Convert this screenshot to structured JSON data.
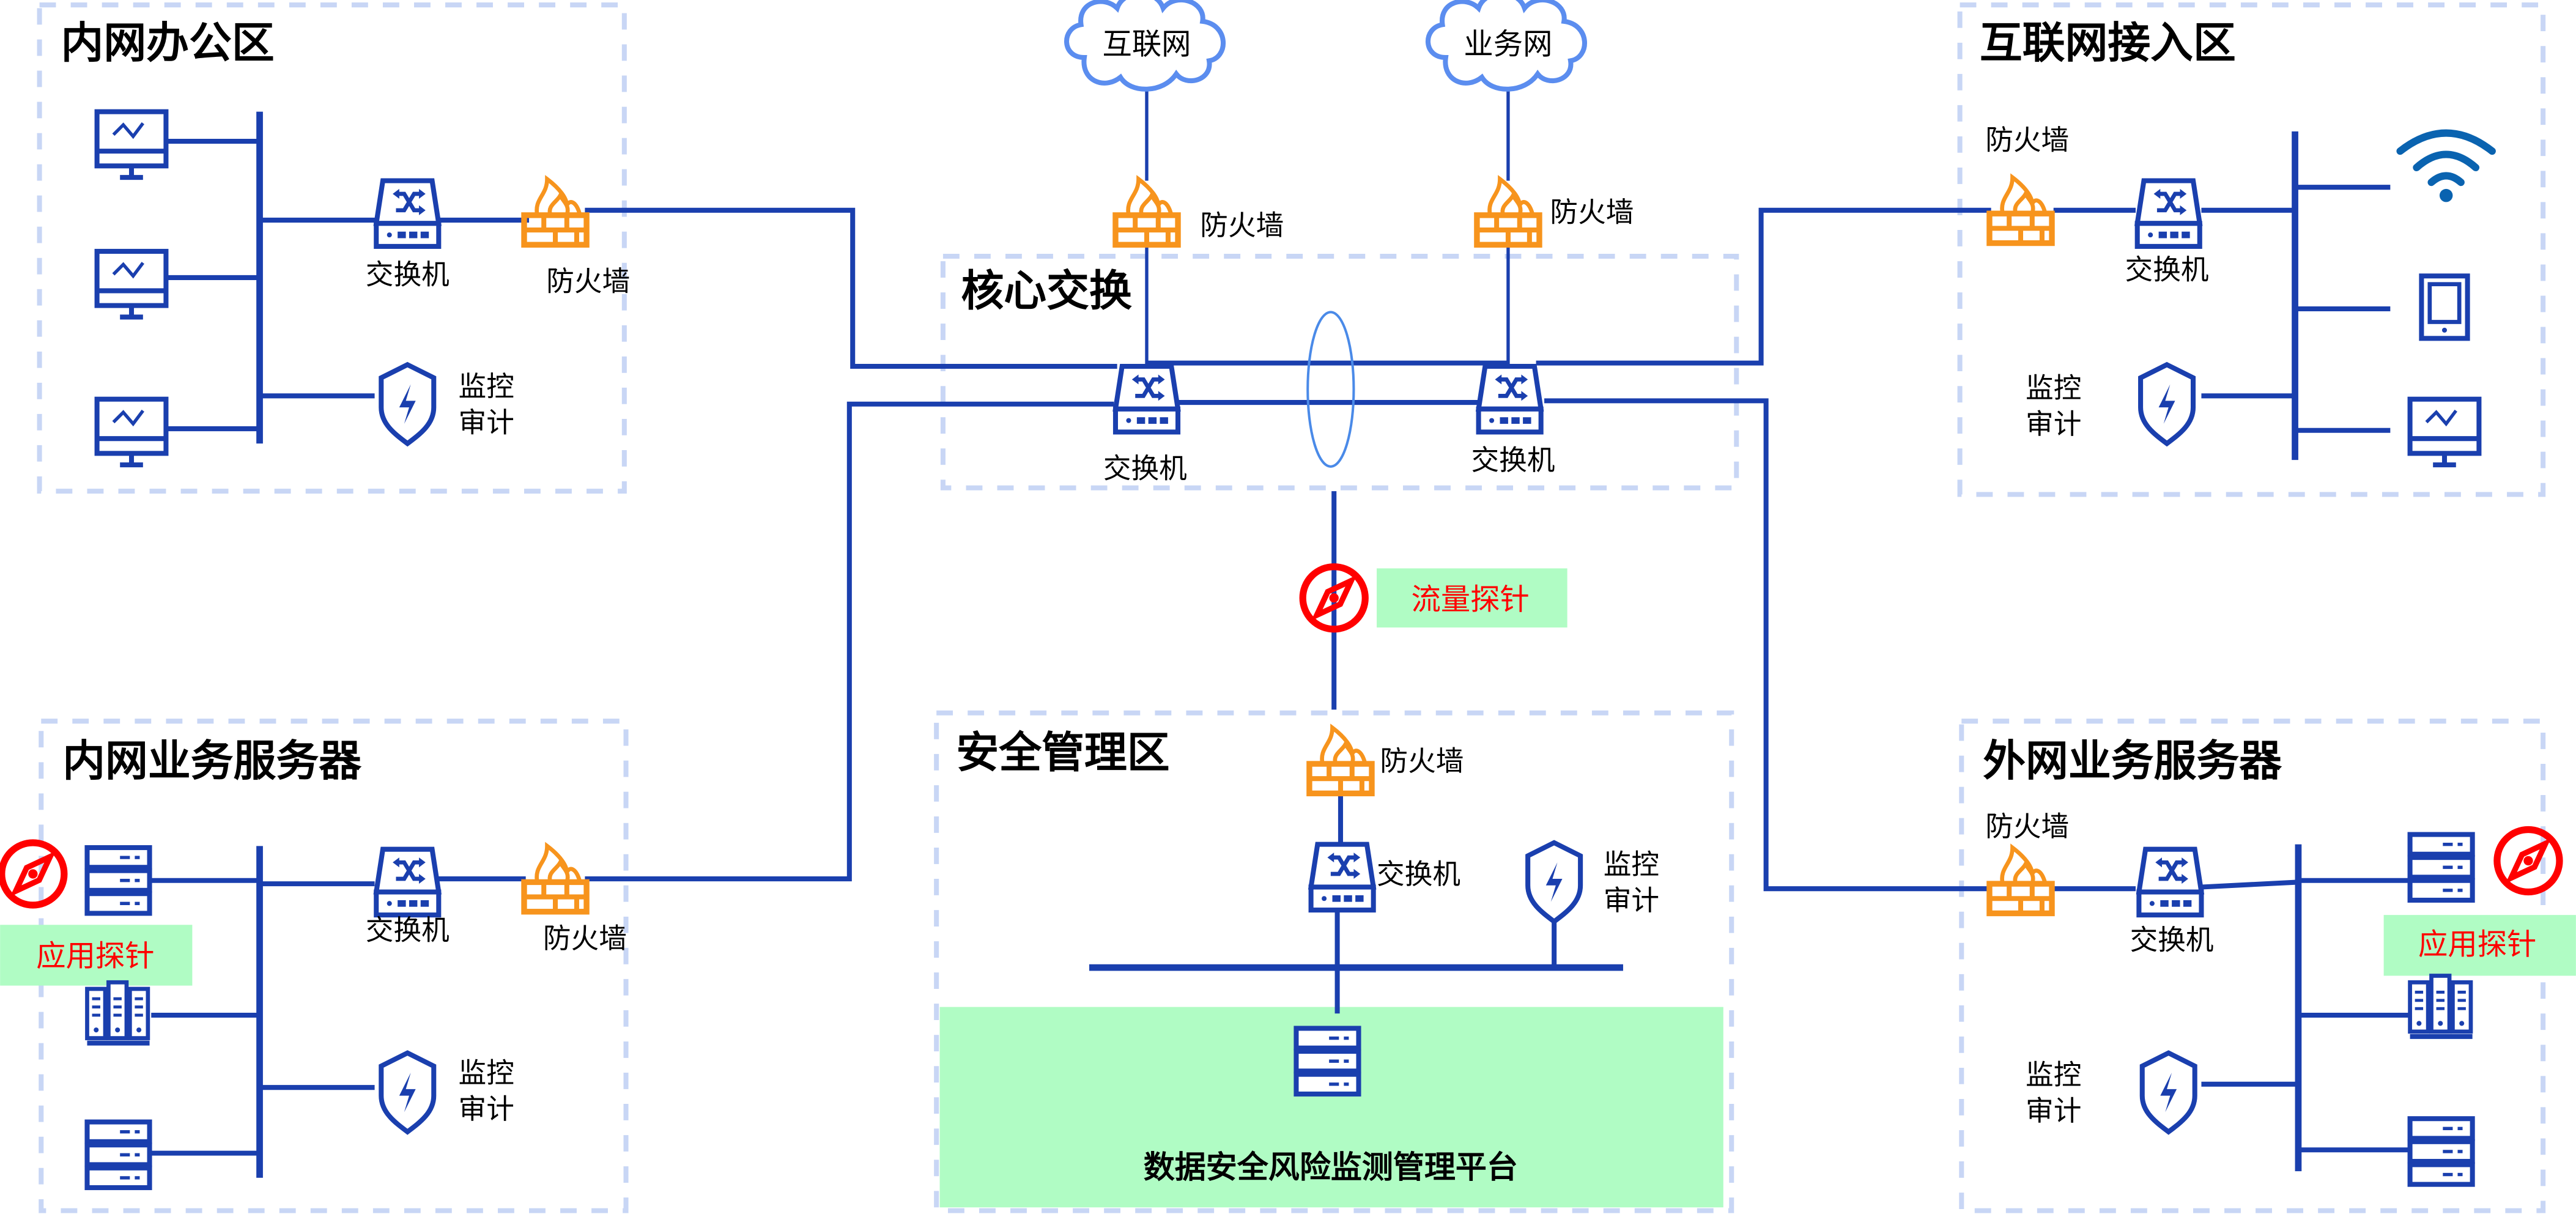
{
  "colors": {
    "line": "#1a3fae",
    "zone_border": "#c8d6f5",
    "firewall": "#f7941d",
    "probe": "#ff0000",
    "probe_label_bg": "#b0fcc4",
    "platform_bg": "#b0fcc4",
    "cloud": "#5b8def",
    "link_ellipse": "#4a8ae8",
    "wifi": "#0a63b0"
  },
  "clouds": [
    {
      "id": "internet",
      "label": "互联网"
    },
    {
      "id": "business-net",
      "label": "业务网"
    }
  ],
  "zones": {
    "office": {
      "title": "内网办公区",
      "switch_label": "交换机",
      "firewall_label": "防火墙",
      "audit_label_line1": "监控",
      "audit_label_line2": "审计",
      "endpoints": [
        "monitor",
        "monitor",
        "monitor"
      ]
    },
    "core": {
      "title": "核心交换",
      "switch1_label": "交换机",
      "switch2_label": "交换机",
      "firewall1_label": "防火墙",
      "firewall2_label": "防火墙"
    },
    "internet_access": {
      "title": "互联网接入区",
      "firewall_label": "防火墙",
      "switch_label": "交换机",
      "audit_label_line1": "监控",
      "audit_label_line2": "审计",
      "endpoints": [
        "wifi",
        "tablet",
        "monitor"
      ]
    },
    "intranet_servers": {
      "title": "内网业务服务器",
      "switch_label": "交换机",
      "firewall_label": "防火墙",
      "audit_label_line1": "监控",
      "audit_label_line2": "审计",
      "probe_label": "应用探针",
      "endpoints": [
        "server-rack",
        "server-cabinet",
        "server-rack"
      ]
    },
    "security_mgmt": {
      "title": "安全管理区",
      "firewall_label": "防火墙",
      "switch_label": "交换机",
      "audit_label_line1": "监控",
      "audit_label_line2": "审计",
      "platform_label": "数据安全风险监测管理平台"
    },
    "extranet_servers": {
      "title": "外网业务服务器",
      "firewall_label": "防火墙",
      "switch_label": "交换机",
      "audit_label_line1": "监控",
      "audit_label_line2": "审计",
      "probe_label": "应用探针",
      "endpoints": [
        "server-rack",
        "server-cabinet",
        "server-rack"
      ]
    }
  },
  "traffic_probe": {
    "label": "流量探针"
  }
}
